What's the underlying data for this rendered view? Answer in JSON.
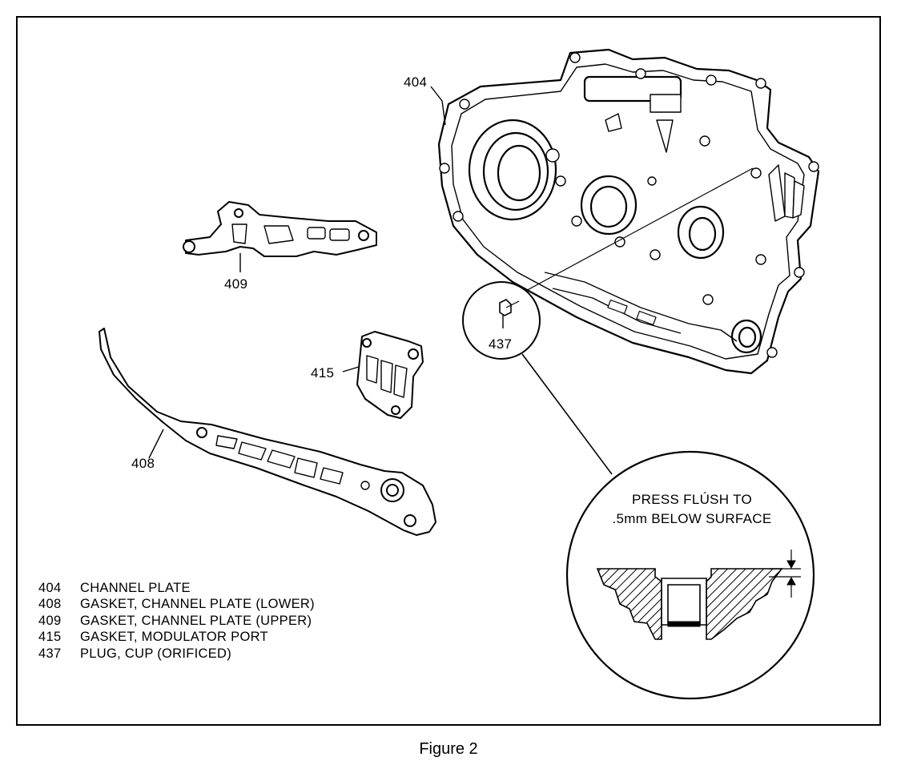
{
  "figure": {
    "caption": "Figure 2",
    "callouts": {
      "c404": "404",
      "c409": "409",
      "c415": "415",
      "c408": "408",
      "c437": "437"
    },
    "detail_note": {
      "line1": "PRESS FLÚSH TO",
      "line2": ".5mm BELOW SURFACE"
    },
    "legend": [
      {
        "num": "404",
        "desc": "CHANNEL PLATE"
      },
      {
        "num": "408",
        "desc": "GASKET, CHANNEL PLATE (LOWER)"
      },
      {
        "num": "409",
        "desc": "GASKET, CHANNEL PLATE (UPPER)"
      },
      {
        "num": "415",
        "desc": "GASKET, MODULATOR PORT"
      },
      {
        "num": "437",
        "desc": "PLUG, CUP (ORIFICED)"
      }
    ]
  }
}
